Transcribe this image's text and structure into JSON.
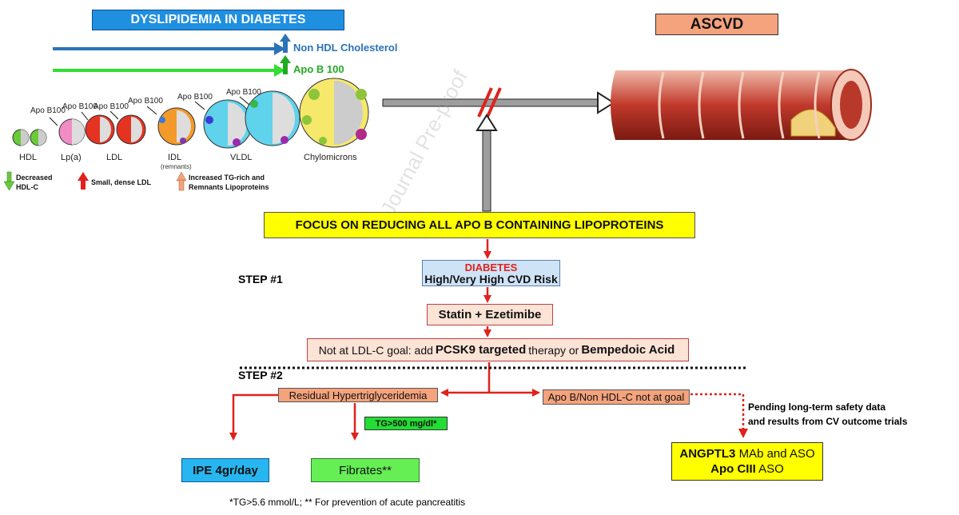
{
  "title": "DYSLIPIDEMIA IN DIABETES",
  "ascvd": "ASCVD",
  "trends": {
    "non_hdl": "Non HDL Cholesterol",
    "apob100": "Apo B 100"
  },
  "particles": {
    "apob_labels": [
      "Apo B100",
      "Apo B100",
      "Apo B100",
      "Apo B100",
      "Apo B100",
      "Apo B100"
    ],
    "names": {
      "hdl": "HDL",
      "lpa": "Lp(a)",
      "ldl": "LDL",
      "idl": "IDL",
      "idl_sub": "(remnants)",
      "vldl": "VLDL",
      "chylo": "Chylomicrons"
    }
  },
  "legend": {
    "decreased_1": "Decreased",
    "decreased_2": "HDL-C",
    "small_dense": "Small, dense LDL",
    "increased_1": "Increased TG-rich and",
    "increased_2": "Remnants Lipoproteins"
  },
  "focus": "FOCUS ON REDUCING ALL APO B CONTAINING LIPOPROTEINS",
  "step1": "STEP #1",
  "step2": "STEP #2",
  "diabetes": {
    "line1": "DIABETES",
    "line2": "High/Very High CVD Risk"
  },
  "statin": "Statin + Ezetimibe",
  "pcsk9": {
    "pre": "Not at LDL-C goal: add",
    "b1": "PCSK9 targeted",
    "mid": "therapy or",
    "b2": "Bempedoic Acid"
  },
  "residual": "Residual Hypertriglyceridemia",
  "apob_goal": "Apo B/Non HDL-C not at goal",
  "tg": "TG>500 mg/dl*",
  "ipe": "IPE 4gr/day",
  "fibrates": "Fibrates**",
  "pending": {
    "line1": "Pending long-term safety data",
    "line2": "and results from CV outcome trials"
  },
  "angptl3": {
    "b1": "ANGPTL3",
    "r1": "MAb and ASO",
    "b2": "Apo CIII",
    "r2": "ASO"
  },
  "footnote": "*TG>5.6 mmol/L;  ** For prevention of acute pancreatitis",
  "watermark": "Journal Pre-proof",
  "colors": {
    "red_arrow": "#e0221b",
    "blue": "#1f8fe0",
    "yellow": "#ffff00",
    "salmon": "#f4a37d",
    "green": "#22dd33"
  }
}
